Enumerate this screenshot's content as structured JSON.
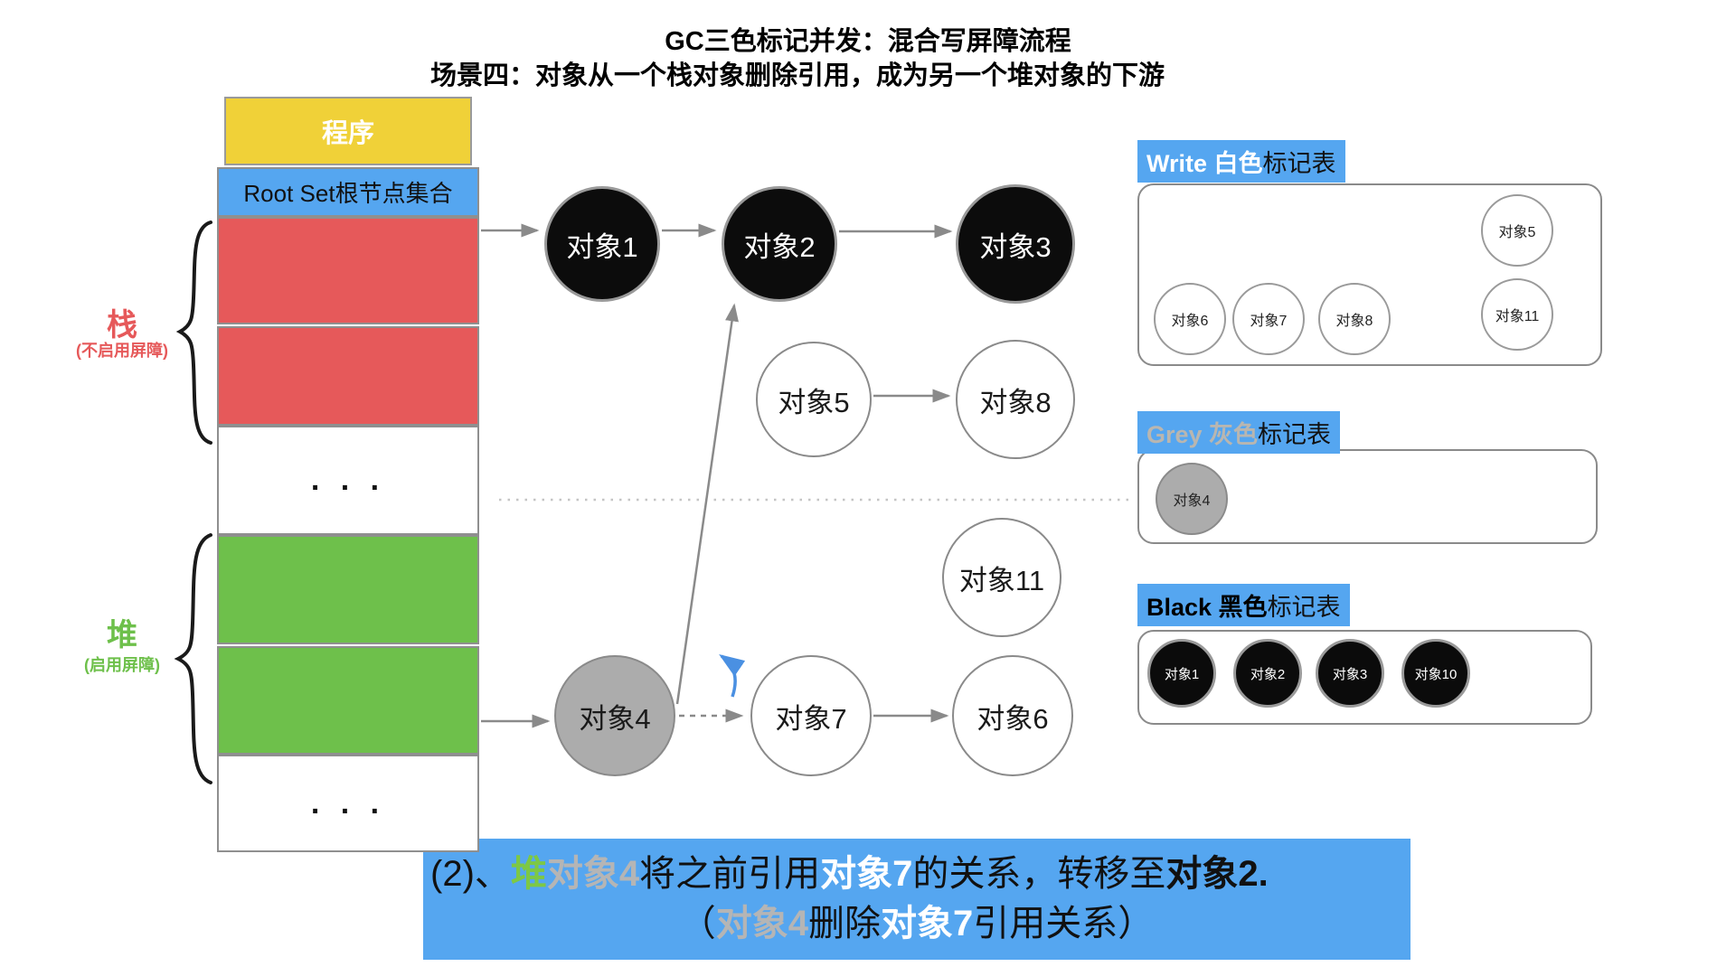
{
  "title": {
    "line1": "GC三色标记并发：混合写屏障流程",
    "line2": "场景四：对象从一个栈对象删除引用，成为另一个堆对象的下游"
  },
  "memory_column": {
    "program_label": "程序",
    "root_set_label": "Root Set根节点集合",
    "ellipsis_top": ". . .",
    "ellipsis_bottom": ". . .",
    "stack_label": "栈",
    "stack_note": "(不启用屏障)",
    "heap_label": "堆",
    "heap_note": "(启用屏障)"
  },
  "graph": {
    "nodes": [
      {
        "id": "obj1",
        "label": "对象1",
        "color": "black"
      },
      {
        "id": "obj2",
        "label": "对象2",
        "color": "black"
      },
      {
        "id": "obj3",
        "label": "对象3",
        "color": "black"
      },
      {
        "id": "obj5",
        "label": "对象5",
        "color": "white"
      },
      {
        "id": "obj8",
        "label": "对象8",
        "color": "white"
      },
      {
        "id": "obj11",
        "label": "对象11",
        "color": "white"
      },
      {
        "id": "obj4",
        "label": "对象4",
        "color": "grey"
      },
      {
        "id": "obj7",
        "label": "对象7",
        "color": "white"
      },
      {
        "id": "obj6",
        "label": "对象6",
        "color": "white"
      }
    ]
  },
  "panels": {
    "white": {
      "title_highlight": "Write 白色",
      "title_rest": "标记表",
      "items": [
        "对象5",
        "对象6",
        "对象7",
        "对象8",
        "对象11"
      ]
    },
    "grey": {
      "title_highlight": "Grey 灰色",
      "title_rest": "标记表",
      "items": [
        "对象4"
      ]
    },
    "black": {
      "title_highlight": "Black 黑色",
      "title_rest": "标记表",
      "items": [
        "对象1",
        "对象2",
        "对象3",
        "对象10"
      ]
    }
  },
  "banner": {
    "line1": [
      {
        "text": "(2)、"
      },
      {
        "text": "堆"
      },
      {
        "text": "对象4"
      },
      {
        "text": "将之前引用"
      },
      {
        "text": "对象7"
      },
      {
        "text": "的关系，转移至"
      },
      {
        "text": "对象2"
      },
      {
        "text": "."
      }
    ],
    "line2": [
      {
        "text": "（"
      },
      {
        "text": "对象4"
      },
      {
        "text": "删除"
      },
      {
        "text": "对象7"
      },
      {
        "text": "引用关系）"
      }
    ]
  },
  "colors": {
    "accent_blue": "#55a6f0",
    "stack_red": "#e6595a",
    "heap_green": "#6ec04b",
    "program_yellow": "#f0d138",
    "grey_node": "#acacac",
    "arrow_grey": "#8a8a8a",
    "curved_arrow_blue": "#4a90e2"
  }
}
